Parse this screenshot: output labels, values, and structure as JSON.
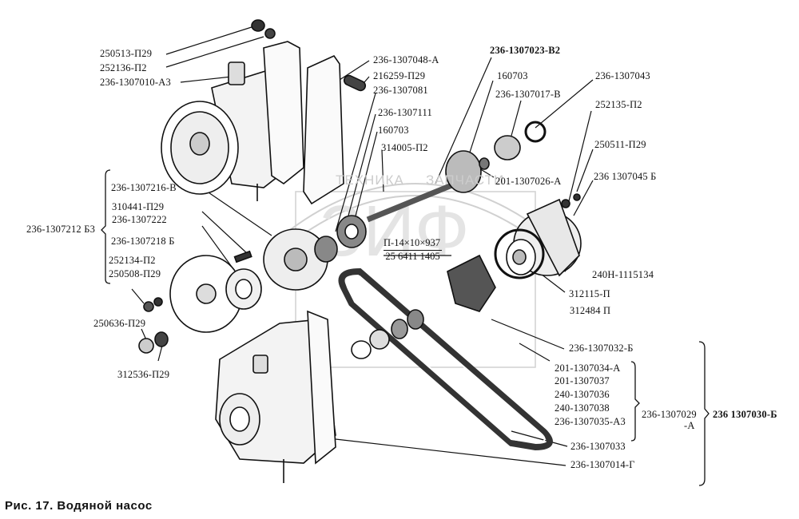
{
  "figure": {
    "caption": "Рис. 17. Водяной насос",
    "watermark_left": "ТЕХНИКА",
    "watermark_right": "ЗАПЧАСТИ",
    "watermark_logo": "ЗИФ"
  },
  "labels": {
    "p250513": "250513-П29",
    "p252136": "252136-П2",
    "p236_1307010": "236-1307010-А3",
    "p236_1307048": "236-1307048-А",
    "p216259": "216259-П29",
    "p236_1307081": "236-1307081",
    "p236_1307111": "236-1307111",
    "p160703a": "160703",
    "p314005": "314005-П2",
    "p236_1307023": "236-1307023-В2",
    "p160703b": "160703",
    "p236_1307017": "236-1307017-В",
    "p236_1307043": "236-1307043",
    "p252135": "252135-П2",
    "p250511": "250511-П29",
    "p201_1307026": "201-1307026-А",
    "p236_1307045": "236 1307045 Б",
    "p236_1307212": "236-1307212 Б3",
    "p236_1307216": "236-1307216-В",
    "p310441": "310441-П29",
    "p236_1307222": "236-1307222",
    "p236_1307218": "236-1307218 Б",
    "p252134": "252134-П2",
    "p250508": "250508-П29",
    "p250636": "250636-П29",
    "p312536": "312536-П29",
    "belt_num": "П-14×10×937",
    "belt_den": "25 6411 1405",
    "p240H": "240Н-1115134",
    "p312115": "312115-П",
    "p312484": "312484 П",
    "p236_1307032": "236-1307032-Б",
    "p201_1307034": "201-1307034-А",
    "p201_1307037": "201-1307037",
    "p240_1307036": "240-1307036",
    "p240_1307038": "240-1307038",
    "p236_1307035": "236-1307035-А3",
    "p236_1307029": "236-1307029",
    "p236_1307029_suffix": "-А",
    "p236_1307030": "236 1307030-Б",
    "p236_1307033": "236-1307033",
    "p236_1307014": "236-1307014-Г"
  }
}
